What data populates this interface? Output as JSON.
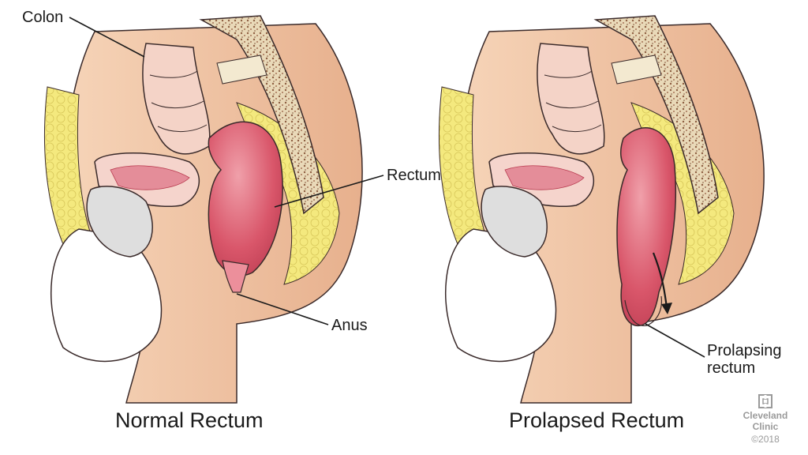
{
  "panels": [
    {
      "caption": "Normal Rectum",
      "labels": {
        "colon": "Colon",
        "rectum": "Rectum",
        "anus": "Anus"
      }
    },
    {
      "caption": "Prolapsed Rectum",
      "labels": {
        "prolapsing_line1": "Prolapsing",
        "prolapsing_line2": "rectum"
      }
    }
  ],
  "logo": {
    "icon": "cleveland-clinic-logo-icon",
    "line1": "Cleveland",
    "line2": "Clinic",
    "copyright": "©2018"
  },
  "colors": {
    "skin": "#f1c7a6",
    "skin_shadow": "#e2a884",
    "fat": "#f4e97e",
    "rectum": "#d9566a",
    "rectum_light": "#ec8f9b",
    "bone": "#f3e9d0",
    "bone_marrow": "#9b6b4a",
    "bladder": "#dedede",
    "uterus": "#e48d99",
    "outline": "#3a2a2a"
  }
}
